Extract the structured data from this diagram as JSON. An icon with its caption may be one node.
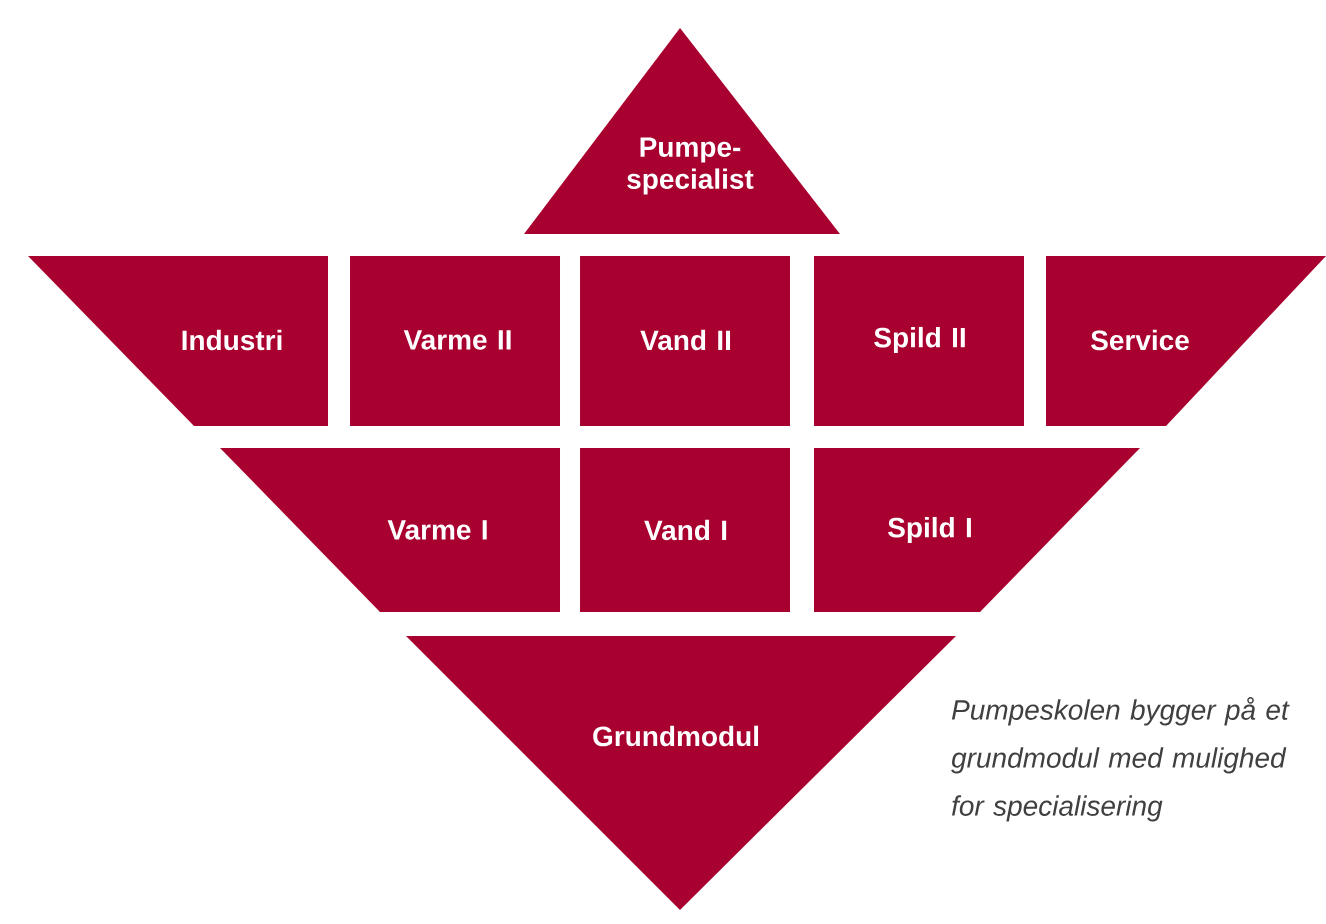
{
  "diagram": {
    "nodes": [
      {
        "text": [
          "Pumpe-specialist"
        ]
      },
      {
        "text": [
          "Industri"
        ]
      },
      {
        "text": [
          "Varme II"
        ]
      },
      {
        "text": [
          "Vand II"
        ]
      },
      {
        "text": [
          "Spild II"
        ]
      },
      {
        "text": [
          "Service"
        ]
      },
      {
        "text": [
          "Varme I"
        ]
      },
      {
        "text": [
          "Vand I"
        ]
      },
      {
        "text": [
          "Spild I"
        ]
      },
      {
        "text": [
          "Grundmodul"
        ]
      }
    ],
    "labels": [
      "Pumpeskolen bygger på et grundmodul med mulighed for specialisering"
    ]
  }
}
